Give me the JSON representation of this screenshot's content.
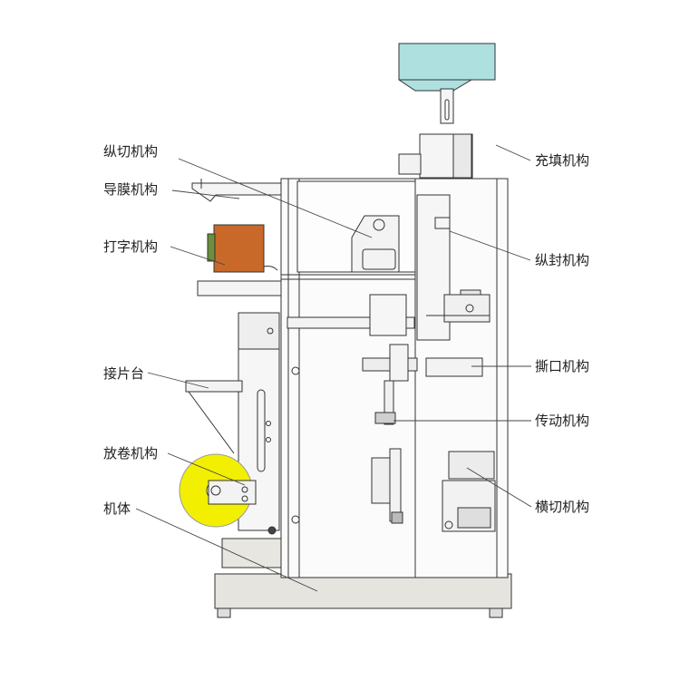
{
  "labels": {
    "zongqie": "纵切机构",
    "daomo": "导膜机构",
    "dazi": "打字机构",
    "jiepian": "接片台",
    "fangjuan": "放卷机构",
    "jiti": "机体",
    "chongtian": "充填机构",
    "zongfeng": "纵封机构",
    "sikou": "撕口机构",
    "chuandong": "传动机构",
    "hengqie": "横切机构"
  },
  "colors": {
    "hopper": "#aee0e0",
    "printer": "#c8692a",
    "roll": "#f2f000",
    "frame_stroke": "#333333",
    "base": "#e6e4df",
    "leader": "#444444"
  }
}
